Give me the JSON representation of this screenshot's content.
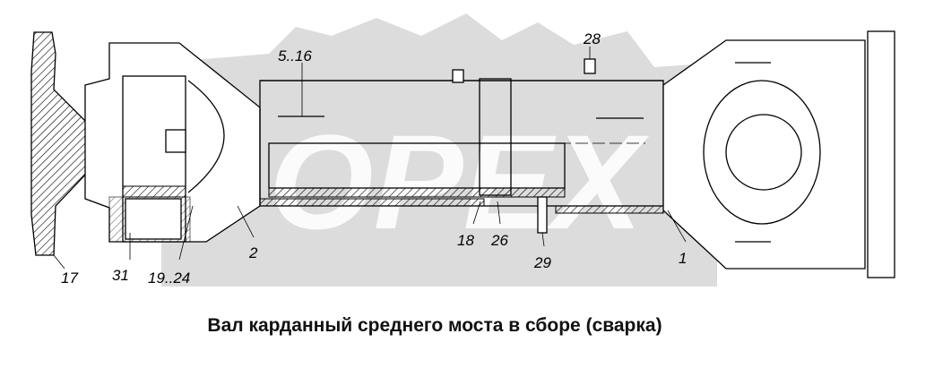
{
  "title": "Вал карданный среднего моста в сборе (сварка)",
  "watermark": "ОРЕХ",
  "callouts": [
    "17",
    "31",
    "19..24",
    "2",
    "5..16",
    "28",
    "18",
    "26",
    "29",
    "1"
  ],
  "colors": {
    "watermark": "#d9d9d9",
    "line": "#000000"
  }
}
